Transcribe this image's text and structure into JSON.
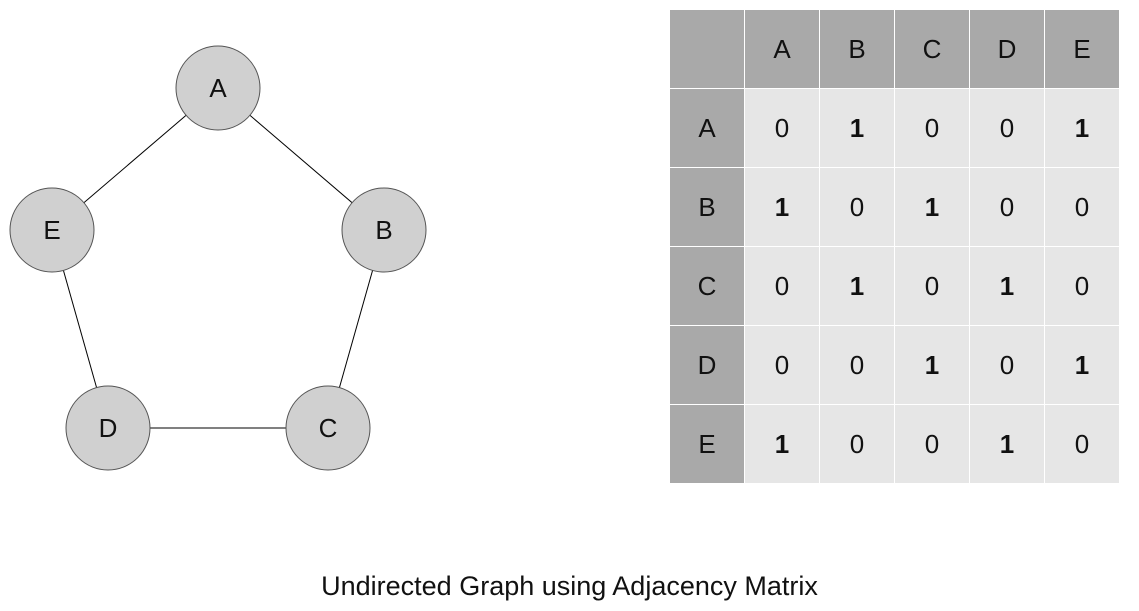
{
  "graph": {
    "nodes": [
      "A",
      "B",
      "C",
      "D",
      "E"
    ],
    "edges": [
      [
        "A",
        "B"
      ],
      [
        "B",
        "C"
      ],
      [
        "C",
        "D"
      ],
      [
        "D",
        "E"
      ],
      [
        "E",
        "A"
      ]
    ]
  },
  "matrix": {
    "column_headers": [
      "A",
      "B",
      "C",
      "D",
      "E"
    ],
    "row_headers": [
      "A",
      "B",
      "C",
      "D",
      "E"
    ],
    "values": [
      [
        "0",
        "1",
        "0",
        "0",
        "1"
      ],
      [
        "1",
        "0",
        "1",
        "0",
        "0"
      ],
      [
        "0",
        "1",
        "0",
        "1",
        "0"
      ],
      [
        "0",
        "0",
        "1",
        "0",
        "1"
      ],
      [
        "1",
        "0",
        "0",
        "1",
        "0"
      ]
    ]
  },
  "caption": "Undirected Graph using Adjacency Matrix"
}
